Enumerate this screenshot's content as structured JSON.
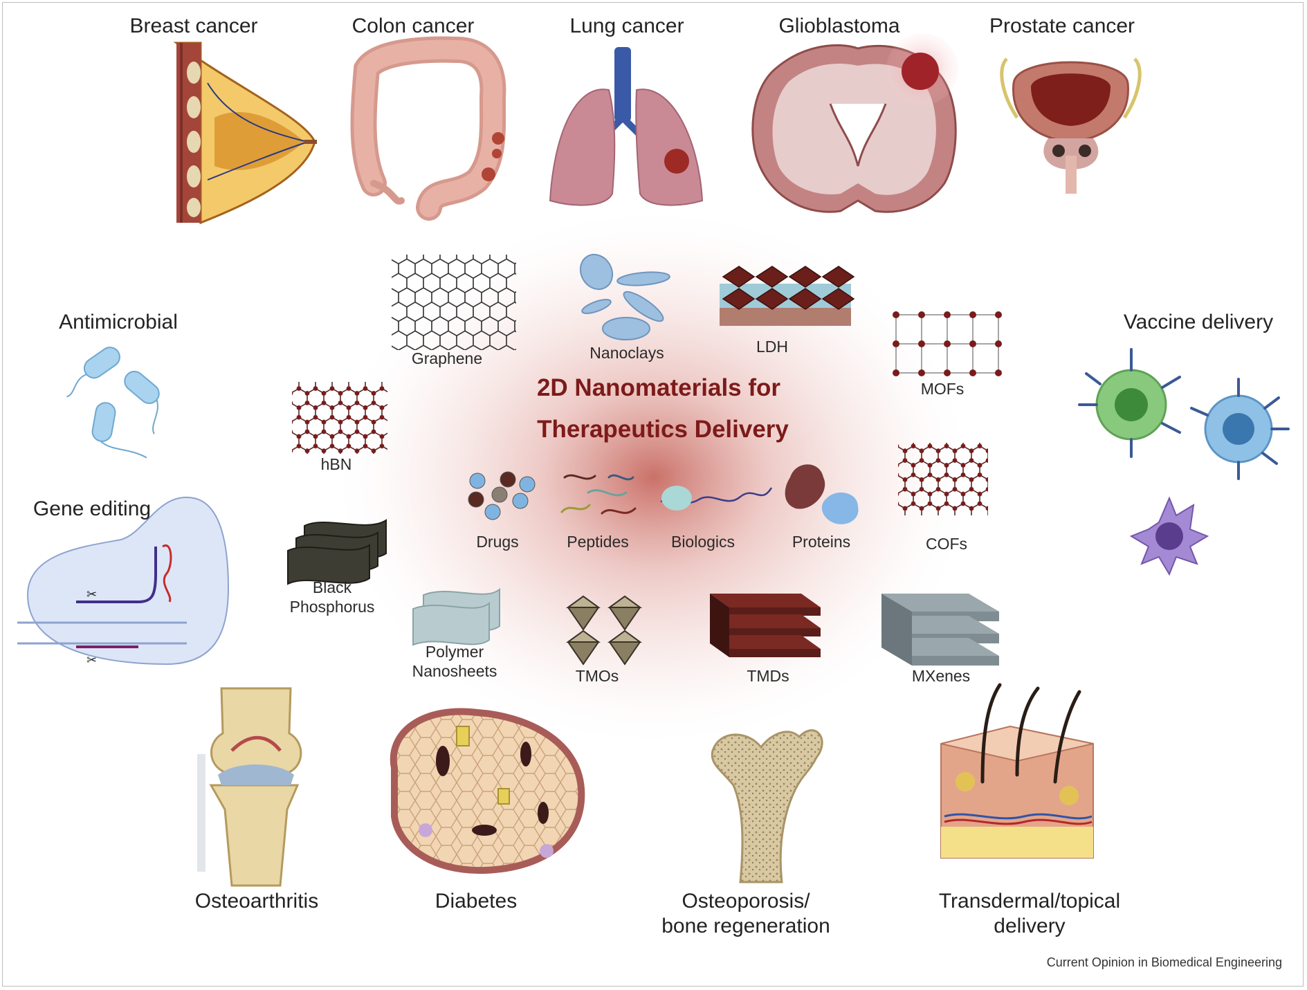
{
  "title_line1": "2D Nanomaterials for",
  "title_line2": "Therapeutics Delivery",
  "applications": {
    "breast_cancer": "Breast cancer",
    "colon_cancer": "Colon cancer",
    "lung_cancer": "Lung cancer",
    "glioblastoma": "Glioblastoma",
    "prostate_cancer": "Prostate cancer",
    "antimicrobial": "Antimicrobial",
    "gene_editing": "Gene editing",
    "vaccine_delivery": "Vaccine delivery",
    "osteoarthritis": "Osteoarthritis",
    "diabetes": "Diabetes",
    "osteoporosis_l1": "Osteoporosis/",
    "osteoporosis_l2": "bone regeneration",
    "transdermal_l1": "Transdermal/topical",
    "transdermal_l2": "delivery"
  },
  "materials": {
    "graphene": "Graphene",
    "nanoclays": "Nanoclays",
    "ldh": "LDH",
    "mofs": "MOFs",
    "hbn": "hBN",
    "cofs": "COFs",
    "black_phosphorus_l1": "Black",
    "black_phosphorus_l2": "Phosphorus",
    "polymer_l1": "Polymer",
    "polymer_l2": "Nanosheets",
    "tmos": "TMOs",
    "tmds": "TMDs",
    "mxenes": "MXenes"
  },
  "cargo": {
    "drugs": "Drugs",
    "peptides": "Peptides",
    "biologics": "Biologics",
    "proteins": "Proteins"
  },
  "credit": "Current Opinion in Biomedical Engineering",
  "colors": {
    "title": "#7d1a1a",
    "glow": "#c0584e",
    "lattice": "#3a1212",
    "atom": "#7a1b1b",
    "clay": "#9dbfe0",
    "tmd": "#5a1e1a",
    "mxene": "#7f8d93",
    "black_phosphorus": "#3e3d33"
  }
}
